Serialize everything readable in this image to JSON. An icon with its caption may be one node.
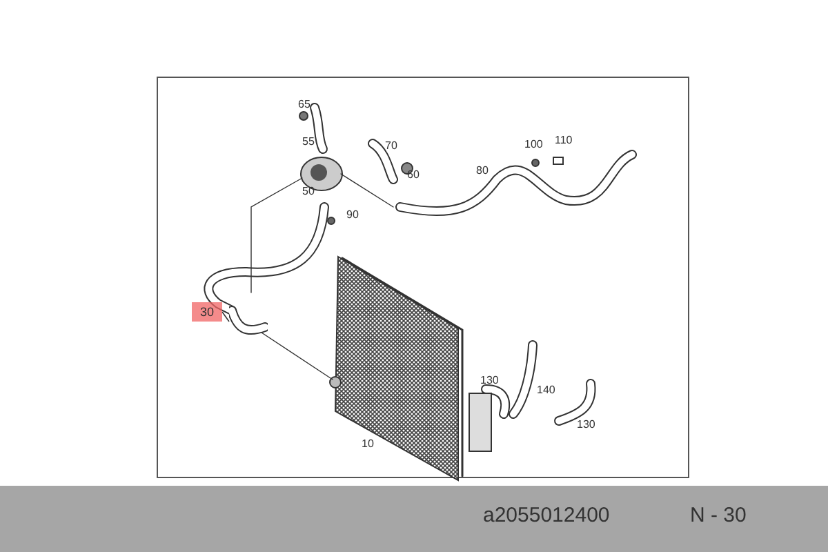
{
  "diagram": {
    "nodes": [
      {
        "text": [
          "30"
        ]
      },
      {
        "text": [],
        "shape": "picture"
      }
    ],
    "edges": [
      {
        "from": 0,
        "to": 1,
        "arrow": "none"
      }
    ],
    "labels": [
      "65",
      "55",
      "70",
      "100",
      "110",
      "60",
      "80",
      "50",
      "90",
      "130",
      "140",
      "10",
      "130",
      "a2055012400",
      "N - 30"
    ]
  }
}
